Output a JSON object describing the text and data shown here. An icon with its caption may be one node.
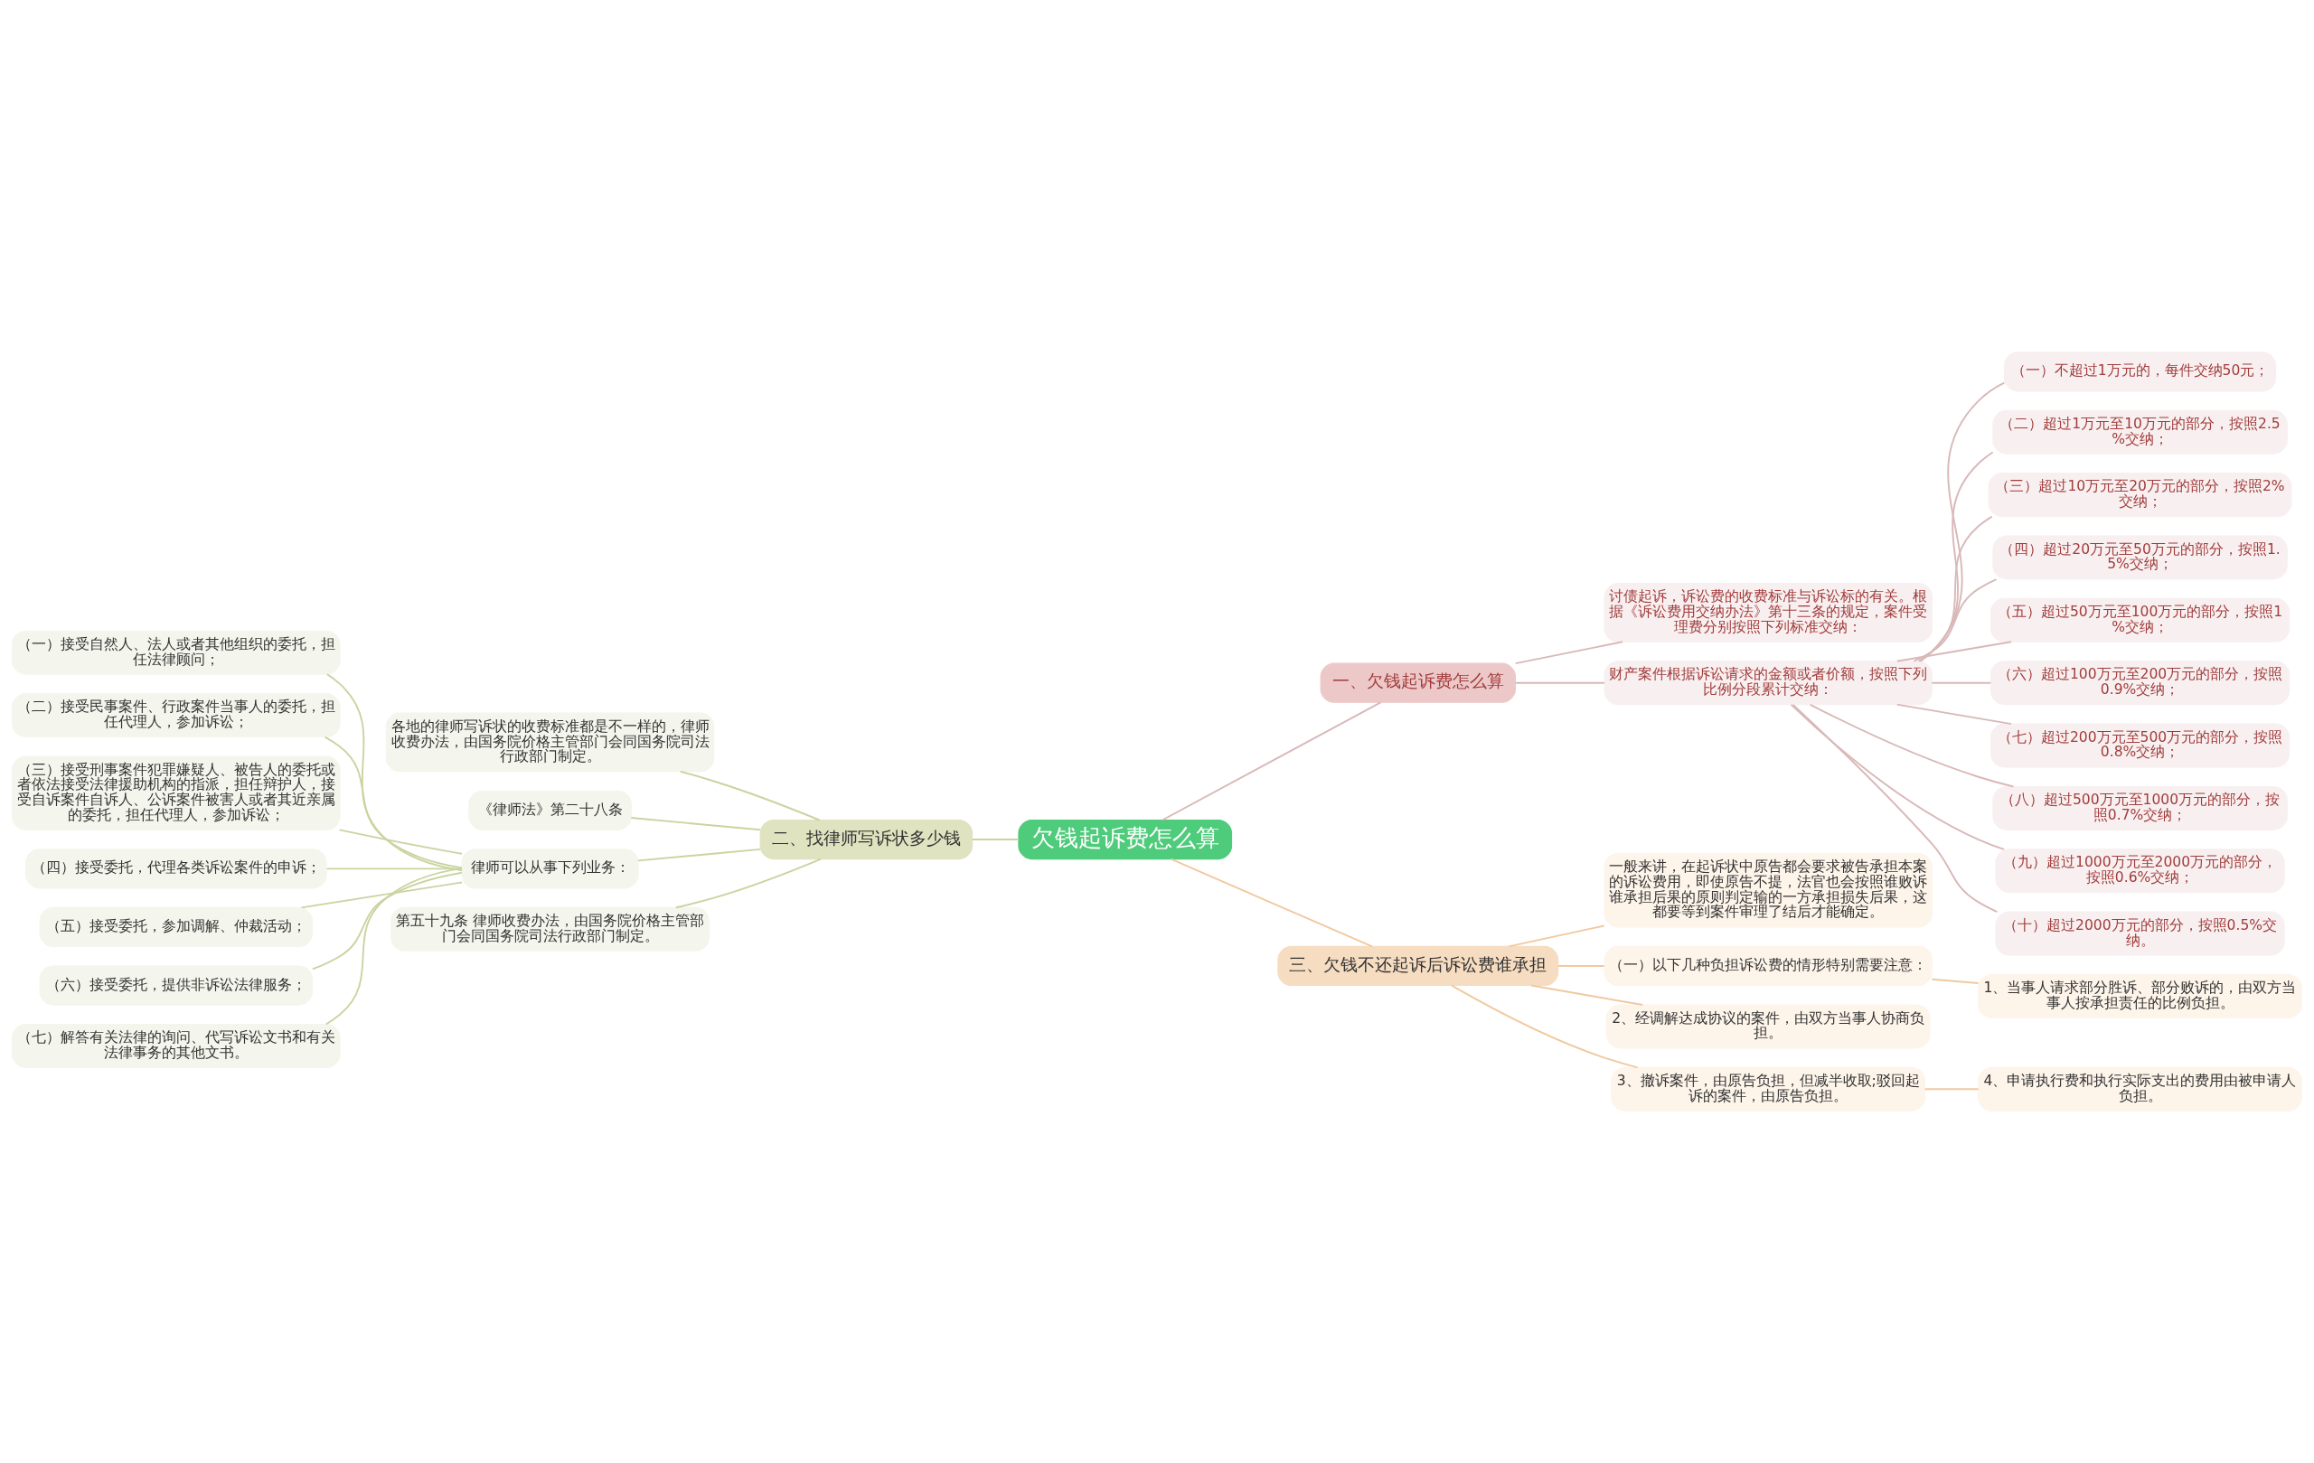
{
  "diagram": {
    "nodes": [
      {
        "text": [
          "欠钱起诉费怎么算"
        ]
      },
      {
        "text": [
          "一、欠钱起诉费怎么算"
        ]
      },
      {
        "text": [
          "讨债起诉，诉讼费的收费标准与诉讼标的有关。根据《诉讼费用交纳办法》第十三条的规定，案件受理费分别按照下列标准交纳："
        ]
      },
      {
        "text": [
          "财产案件根据诉讼请求的金额或者价额，按照下列比例分段累计交纳："
        ]
      },
      {
        "text": [
          "（一）不超过1万元的，每件交纳50元；"
        ]
      },
      {
        "text": [
          "（二）超过1万元至10万元的部分，按照2.5%交纳；"
        ]
      },
      {
        "text": [
          "（三）超过10万元至20万元的部分，按照2%交纳；"
        ]
      },
      {
        "text": [
          "（四）超过20万元至50万元的部分，按照1.5%交纳；"
        ]
      },
      {
        "text": [
          "（五）超过50万元至100万元的部分，按照1%交纳；"
        ]
      },
      {
        "text": [
          "（六）超过100万元至200万元的部分，按照0.9%交纳；"
        ]
      },
      {
        "text": [
          "（七）超过200万元至500万元的部分，按照0.8%交纳；"
        ]
      },
      {
        "text": [
          "（八）超过500万元至1000万元的部分，按照0.7%交纳；"
        ]
      },
      {
        "text": [
          "（九）超过1000万元至2000万元的部分，按照0.6%交纳；"
        ]
      },
      {
        "text": [
          "（十）超过2000万元的部分，按照0.5%交纳。"
        ]
      },
      {
        "text": [
          "二、找律师写诉状多少钱"
        ]
      },
      {
        "text": [
          "各地的律师写诉状的收费标准都是不一样的，律师收费办法，由国务院价格主管部门会同国务院司法行政部门制定。"
        ]
      },
      {
        "text": [
          "《律师法》第二十八条"
        ]
      },
      {
        "text": [
          "律师可以从事下列业务："
        ]
      },
      {
        "text": [
          "（一）接受自然人、法人或者其他组织的委托，担任法律顾问；"
        ]
      },
      {
        "text": [
          "（二）接受民事案件、行政案件当事人的委托，担任代理人，参加诉讼；"
        ]
      },
      {
        "text": [
          "（三）接受刑事案件犯罪嫌疑人、被告人的委托或者依法接受法律援助机构的指派，担任辩护人，接受自诉案件自诉人、公诉案件被害人或者其近亲属的委托，担任代理人，参加诉讼；"
        ]
      },
      {
        "text": [
          "（四）接受委托，代理各类诉讼案件的申诉；"
        ]
      },
      {
        "text": [
          "（五）接受委托，参加调解、仲裁活动；"
        ]
      },
      {
        "text": [
          "（六）接受委托，提供非诉讼法律服务；"
        ]
      },
      {
        "text": [
          "（七）解答有关法律的询问、代写诉讼文书和有关法律事务的其他文书。"
        ]
      },
      {
        "text": [
          "第五十九条 律师收费办法，由国务院价格主管部门会同国务院司法行政部门制定。"
        ]
      },
      {
        "text": [
          "三、欠钱不还起诉后诉讼费谁承担"
        ]
      },
      {
        "text": [
          "一般来讲，在起诉状中原告都会要求被告承担本案的诉讼费用，即使原告不提，法官也会按照谁败诉谁承担后果的原则判定输的一方承担损失后果，这都要等到案件审理了结后才能确定。"
        ]
      },
      {
        "text": [
          "（一）以下几种负担诉讼费的情形特别需要注意："
        ]
      },
      {
        "text": [
          "1、当事人请求部分胜诉、部分败诉的，由双方当事人按承担责任的比例负担。"
        ]
      },
      {
        "text": [
          "2、经调解达成协议的案件，由双方当事人协商负担。"
        ]
      },
      {
        "text": [
          "3、撤诉案件，由原告负担，但减半收取;驳回起诉的案件，由原告负担。"
        ]
      },
      {
        "text": [
          "4、申请执行费和执行实际支出的费用由被申请人负担。"
        ]
      }
    ],
    "edges": [
      {
        "from": 0,
        "to": 1,
        "arrow": "none"
      },
      {
        "from": 1,
        "to": 2,
        "arrow": "none"
      },
      {
        "from": 1,
        "to": 3,
        "arrow": "none"
      },
      {
        "from": 3,
        "to": 4,
        "arrow": "none"
      },
      {
        "from": 3,
        "to": 5,
        "arrow": "none"
      },
      {
        "from": 3,
        "to": 6,
        "arrow": "none"
      },
      {
        "from": 3,
        "to": 7,
        "arrow": "none"
      },
      {
        "from": 3,
        "to": 8,
        "arrow": "none"
      },
      {
        "from": 3,
        "to": 9,
        "arrow": "none"
      },
      {
        "from": 3,
        "to": 10,
        "arrow": "none"
      },
      {
        "from": 3,
        "to": 11,
        "arrow": "none"
      },
      {
        "from": 3,
        "to": 12,
        "arrow": "none"
      },
      {
        "from": 3,
        "to": 13,
        "arrow": "none"
      },
      {
        "from": 0,
        "to": 14,
        "arrow": "none",
        "color": "#c9d4a0"
      },
      {
        "from": 14,
        "to": 15,
        "arrow": "none",
        "color": "#c9d4a0"
      },
      {
        "from": 14,
        "to": 16,
        "arrow": "none",
        "color": "#c9d4a0"
      },
      {
        "from": 14,
        "to": 17,
        "arrow": "none",
        "color": "#c9d4a0"
      },
      {
        "from": 17,
        "to": 18,
        "arrow": "none",
        "color": "#c9d4a0"
      },
      {
        "from": 17,
        "to": 19,
        "arrow": "none",
        "color": "#c9d4a0"
      },
      {
        "from": 17,
        "to": 20,
        "arrow": "none",
        "color": "#c9d4a0"
      },
      {
        "from": 17,
        "to": 21,
        "arrow": "none",
        "color": "#c9d4a0"
      },
      {
        "from": 17,
        "to": 22,
        "arrow": "none",
        "color": "#c9d4a0"
      },
      {
        "from": 17,
        "to": 23,
        "arrow": "none",
        "color": "#c9d4a0"
      },
      {
        "from": 17,
        "to": 24,
        "arrow": "none",
        "color": "#c9d4a0"
      },
      {
        "from": 14,
        "to": 25,
        "arrow": "none",
        "color": "#c9d4a0"
      },
      {
        "from": 0,
        "to": 26,
        "arrow": "none",
        "color": "#f0c9a0"
      },
      {
        "from": 26,
        "to": 27,
        "arrow": "none",
        "color": "#f0c9a0"
      },
      {
        "from": 26,
        "to": 28,
        "arrow": "none",
        "color": "#f0c9a0"
      },
      {
        "from": 28,
        "to": 29,
        "arrow": "none",
        "color": "#f0c9a0"
      },
      {
        "from": 26,
        "to": 30,
        "arrow": "none",
        "color": "#f0c9a0"
      },
      {
        "from": 26,
        "to": 31,
        "arrow": "none",
        "color": "#f0c9a0"
      },
      {
        "from": 31,
        "to": 32,
        "arrow": "none",
        "color": "#f0c9a0"
      }
    ]
  }
}
